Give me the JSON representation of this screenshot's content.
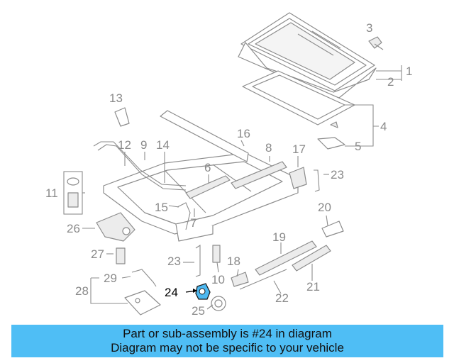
{
  "callouts": [
    "1",
    "2",
    "3",
    "4",
    "5",
    "6",
    "7",
    "8",
    "9",
    "10",
    "11",
    "12",
    "13",
    "14",
    "15",
    "16",
    "17",
    "18",
    "19",
    "20",
    "21",
    "22",
    "23",
    "23",
    "24",
    "25",
    "26",
    "27",
    "28",
    "29"
  ],
  "highlight_callout": "24",
  "highlight_color": "#4fbef5",
  "banner": {
    "line1": "Part or sub-assembly is #24 in diagram",
    "line2": "Diagram may not be specific to your vehicle"
  }
}
